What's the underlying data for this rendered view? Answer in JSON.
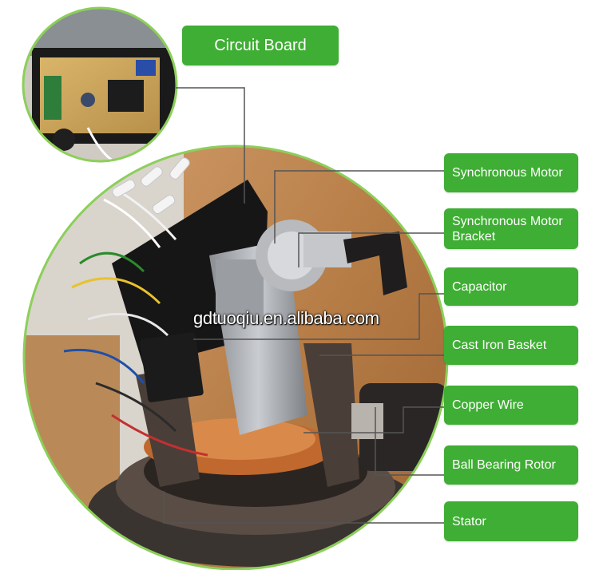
{
  "labels": {
    "circuit_board": "Circuit Board",
    "synchronous_motor": "Synchronous Motor",
    "synchronous_motor_bracket_line1": "Synchronous Motor",
    "synchronous_motor_bracket_line2": "Bracket",
    "capacitor": "Capacitor",
    "cast_iron_basket": "Cast Iron Basket",
    "copper_wire": "Copper Wire",
    "ball_bearing_rotor": "Ball Bearing Rotor",
    "stator": "Stator"
  },
  "watermark": "gdtuoqiu.en.alibaba.com",
  "colors": {
    "label_green": "#3fae34",
    "circle_border": "#8ccf5a",
    "leader_line": "#555555"
  }
}
